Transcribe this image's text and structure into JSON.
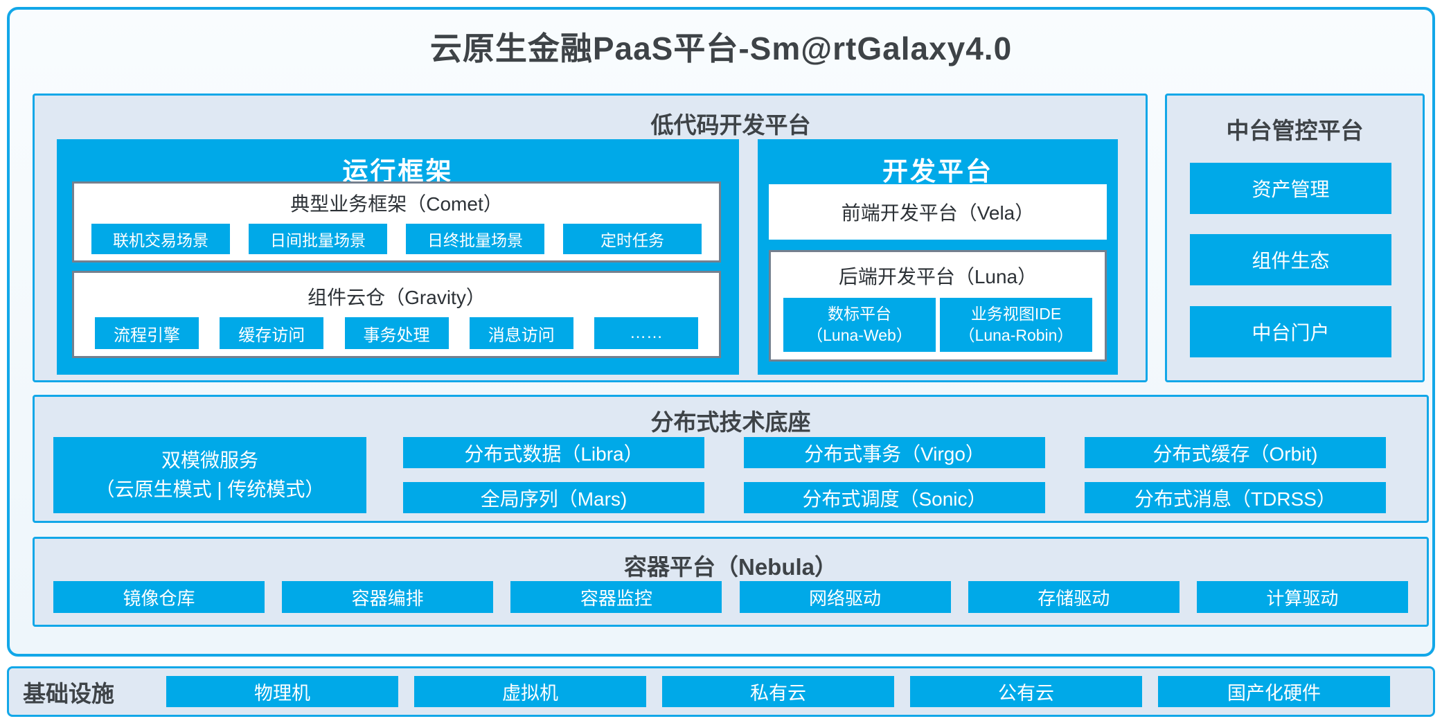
{
  "page": {
    "title": "云原生金融PaaS平台-Sm@rtGalaxy4.0"
  },
  "colors": {
    "azure": "#00a9e8",
    "border_cyan": "#12a7e8",
    "panel_bg": "#dfe8f3",
    "slate_border": "#75808e",
    "dark_text": "#3e4347",
    "white_box_text": "#2c3136"
  },
  "lowcode": {
    "title": "低代码开发平台",
    "runtime": {
      "title": "运行框架",
      "comet": {
        "title": "典型业务框架（Comet）",
        "chips": [
          "联机交易场景",
          "日间批量场景",
          "日终批量场景",
          "定时任务"
        ]
      },
      "gravity": {
        "title": "组件云仓（Gravity）",
        "chips": [
          "流程引擎",
          "缓存访问",
          "事务处理",
          "消息访问",
          "……"
        ]
      }
    },
    "dev": {
      "title": "开发平台",
      "vela": "前端开发平台（Vela）",
      "luna": {
        "title": "后端开发平台（Luna）",
        "chips": [
          {
            "line1": "数标平台",
            "line2": "（Luna-Web）"
          },
          {
            "line1": "业务视图IDE",
            "line2": "（Luna-Robin）"
          }
        ]
      }
    }
  },
  "midplatform": {
    "title": "中台管控平台",
    "items": [
      "资产管理",
      "组件生态",
      "中台门户"
    ]
  },
  "distributed": {
    "title": "分布式技术底座",
    "dual_mode": {
      "line1": "双模微服务",
      "line2": "（云原生模式 | 传统模式）"
    },
    "grid": [
      [
        "分布式数据（Libra）",
        "分布式事务（Virgo）",
        "分布式缓存（Orbit)"
      ],
      [
        "全局序列（Mars)",
        "分布式调度（Sonic）",
        "分布式消息（TDRSS）"
      ]
    ]
  },
  "container": {
    "title": "容器平台（Nebula）",
    "chips": [
      "镜像仓库",
      "容器编排",
      "容器监控",
      "网络驱动",
      "存储驱动",
      "计算驱动"
    ]
  },
  "infra": {
    "title": "基础设施",
    "chips": [
      "物理机",
      "虚拟机",
      "私有云",
      "公有云",
      "国产化硬件"
    ]
  }
}
